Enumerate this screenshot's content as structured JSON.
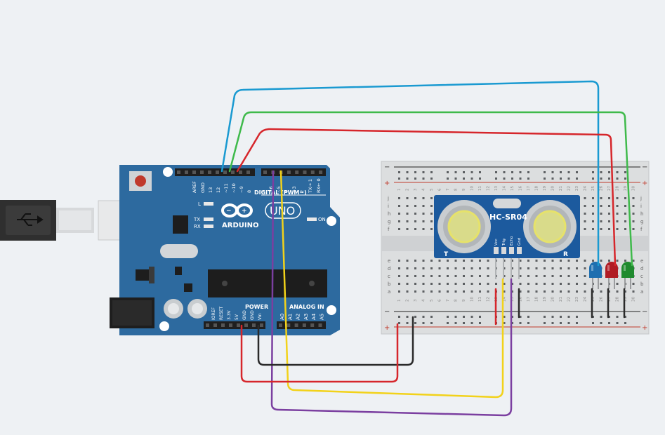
{
  "canvas": {
    "background": "#eef1f4"
  },
  "arduino": {
    "brand": "ARDUINO",
    "model": "UNO",
    "header_digital_label": "DIGITAL (PWM~)",
    "header_power_label": "POWER",
    "header_analog_label": "ANALOG IN",
    "on_label": "ON",
    "led_labels": [
      "L",
      "TX",
      "RX"
    ],
    "digital_pins": [
      "AREF",
      "GND",
      "13",
      "12",
      "~11",
      "~10",
      "~9",
      "8",
      "7",
      "~6",
      "~5",
      "4",
      "~3",
      "2",
      "TX→ 1",
      "RX← 0"
    ],
    "power_pins": [
      "IOREF",
      "RESET",
      "3.3V",
      "5V",
      "GND",
      "GND",
      "Vin"
    ],
    "analog_pins": [
      "A0",
      "A1",
      "A2",
      "A3",
      "A4",
      "A5"
    ],
    "board_color": "#2d6a9f"
  },
  "sensor": {
    "label": "HC-SR04",
    "pins": [
      "Vcc",
      "Trig",
      "Echo",
      "Gnd"
    ],
    "left_marker": "T",
    "right_marker": "R",
    "board_color": "#1c5a9e"
  },
  "breadboard": {
    "rail_minus": "−",
    "rail_plus": "+",
    "rows_top": [
      "j",
      "i",
      "h",
      "g",
      "f"
    ],
    "rows_bottom": [
      "e",
      "d",
      "c",
      "b",
      "a"
    ],
    "column_numbers": [
      "1",
      "2",
      "3",
      "4",
      "5",
      "6",
      "7",
      "8",
      "9",
      "10",
      "11",
      "12",
      "13",
      "14",
      "15",
      "16",
      "17",
      "18",
      "19",
      "20",
      "21",
      "22",
      "23",
      "24",
      "25",
      "26",
      "27",
      "28",
      "29",
      "30"
    ]
  },
  "leds": [
    {
      "color": "blue",
      "hex": "#1e6fb0"
    },
    {
      "color": "red",
      "hex": "#b01c24"
    },
    {
      "color": "green",
      "hex": "#1f8a2e"
    }
  ],
  "wires": [
    {
      "name": "blue",
      "hex": "#1a9ad1"
    },
    {
      "name": "green",
      "hex": "#3fba4b"
    },
    {
      "name": "red",
      "hex": "#d6262b"
    },
    {
      "name": "yellow",
      "hex": "#f2d21a"
    },
    {
      "name": "purple",
      "hex": "#7b3fa0"
    },
    {
      "name": "black",
      "hex": "#2a2a2a"
    }
  ]
}
